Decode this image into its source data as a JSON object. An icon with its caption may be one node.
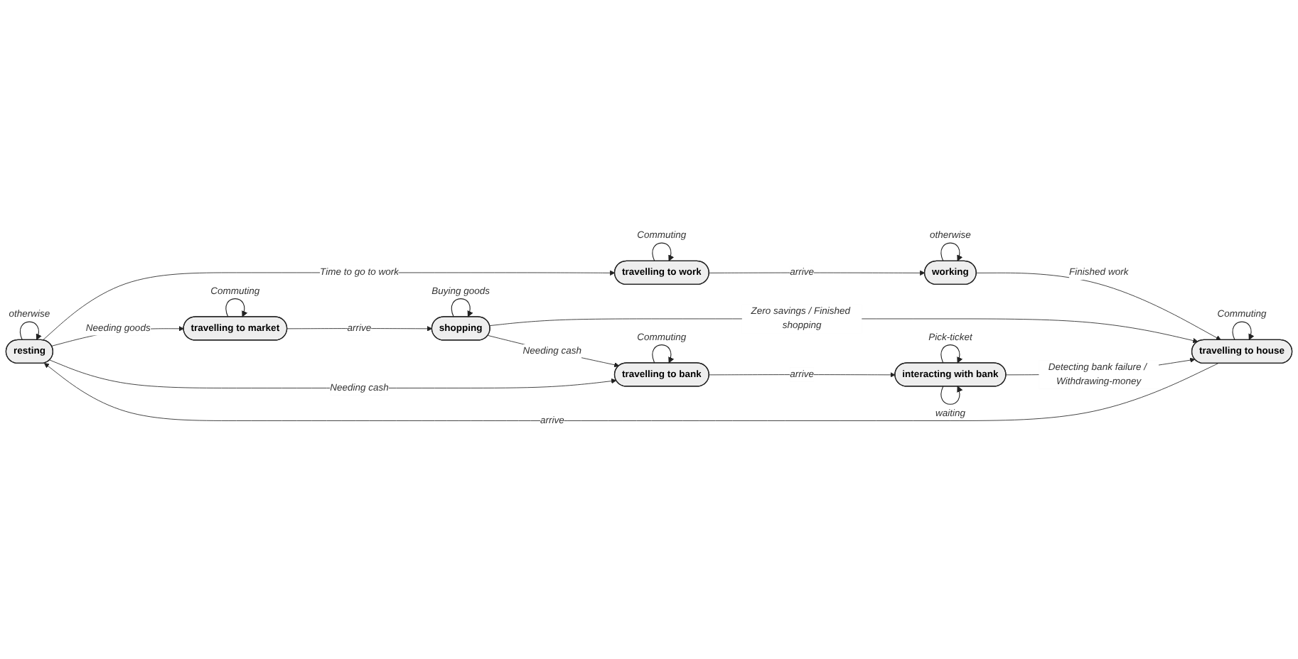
{
  "diagram": {
    "nodes": [
      {
        "text": [
          "resting"
        ]
      },
      {
        "text": [
          "travelling to work"
        ]
      },
      {
        "text": [
          "working"
        ]
      },
      {
        "text": [
          "travelling to market"
        ]
      },
      {
        "text": [
          "shopping"
        ]
      },
      {
        "text": [
          "travelling to house"
        ]
      },
      {
        "text": [
          "travelling to bank"
        ]
      },
      {
        "text": [
          "interacting with bank"
        ]
      }
    ],
    "edges": [
      {
        "from": 0,
        "to": 0,
        "arrow": "to",
        "label": "otherwise"
      },
      {
        "from": 0,
        "to": 1,
        "arrow": "to",
        "label": "Time to go to work"
      },
      {
        "from": 1,
        "to": 1,
        "arrow": "to",
        "label": "Commuting"
      },
      {
        "from": 1,
        "to": 2,
        "arrow": "to",
        "label": "arrive"
      },
      {
        "from": 2,
        "to": 2,
        "arrow": "to",
        "label": "otherwise"
      },
      {
        "from": 2,
        "to": 5,
        "arrow": "to",
        "label": "Finished work"
      },
      {
        "from": 0,
        "to": 3,
        "arrow": "to",
        "label": "Needing goods"
      },
      {
        "from": 3,
        "to": 3,
        "arrow": "to",
        "label": "Commuting"
      },
      {
        "from": 3,
        "to": 4,
        "arrow": "to",
        "label": "arrive"
      },
      {
        "from": 4,
        "to": 4,
        "arrow": "to",
        "label": "Buying goods"
      },
      {
        "from": 4,
        "to": 5,
        "arrow": "to",
        "label": "Zero savings / Finished shopping"
      },
      {
        "from": 5,
        "to": 5,
        "arrow": "to",
        "label": "Commuting"
      },
      {
        "from": 0,
        "to": 6,
        "arrow": "to",
        "label": "Needing cash"
      },
      {
        "from": 4,
        "to": 6,
        "arrow": "to",
        "label": "Needing cash"
      },
      {
        "from": 6,
        "to": 6,
        "arrow": "to",
        "label": "Commuting"
      },
      {
        "from": 6,
        "to": 7,
        "arrow": "to",
        "label": "arrive"
      },
      {
        "from": 7,
        "to": 7,
        "arrow": "to",
        "label": "Pick-ticket"
      },
      {
        "from": 7,
        "to": 7,
        "arrow": "to",
        "label": "waiting"
      },
      {
        "from": 7,
        "to": 5,
        "arrow": "to",
        "label": "Detecting bank failure / Withdrawing-money"
      },
      {
        "from": 5,
        "to": 0,
        "arrow": "to",
        "label": "arrive"
      }
    ]
  }
}
